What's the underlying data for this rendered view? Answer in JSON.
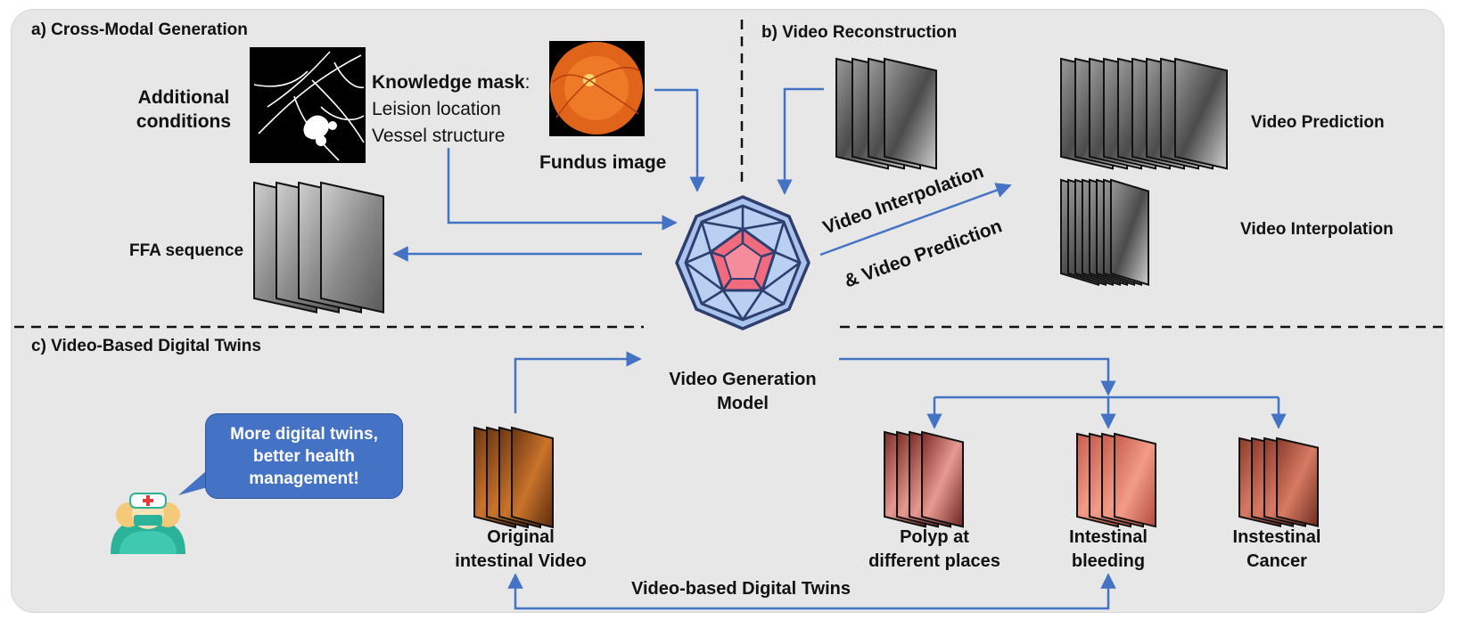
{
  "sections": {
    "a": "a) Cross-Modal Generation",
    "b": "b) Video Reconstruction",
    "c": "c) Video-Based Digital Twins"
  },
  "cross_modal": {
    "additional_conditions": [
      "Additional",
      "conditions"
    ],
    "knowledge_mask_title": "Knowledge mask",
    "knowledge_mask_colon": ":",
    "knowledge_mask_items": [
      "Leision location",
      "Vessel structure"
    ],
    "fundus_image": "Fundus image",
    "ffa_sequence": "FFA sequence"
  },
  "reconstruction": {
    "diag_label_1": "Video Interpolation",
    "diag_label_2": "& Video Prediction",
    "video_prediction": "Video Prediction",
    "video_interpolation": "Video Interpolation"
  },
  "model": {
    "label": [
      "Video Generation",
      "Model"
    ]
  },
  "digital_twins": {
    "bubble": [
      "More digital twins,",
      "better health",
      "management!"
    ],
    "original": [
      "Original",
      "intestinal Video"
    ],
    "polyp": [
      "Polyp at",
      "different places"
    ],
    "bleeding": [
      "Intestinal",
      "bleeding"
    ],
    "cancer": [
      "Instestinal",
      "Cancer"
    ],
    "bottom_label": "Video-based Digital Twins"
  },
  "colors": {
    "arrow": "#4472c4",
    "panel_bg": "#e7e7e7",
    "bubble": "#4472c4",
    "model_outer": "#a9c3ec",
    "model_inner": "#ef6b7d"
  }
}
